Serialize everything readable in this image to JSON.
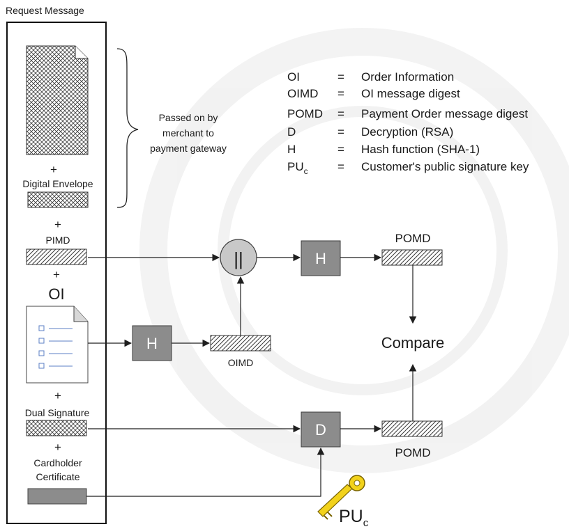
{
  "request_message": {
    "title": "Request Message",
    "digital_envelope_label": "Digital Envelope",
    "pimd_label": "PIMD",
    "oi_label": "OI",
    "dual_signature_label": "Dual Signature",
    "cardholder_certificate_label_line1": "Cardholder",
    "cardholder_certificate_label_line2": "Certificate",
    "plus_sign": "+"
  },
  "brace_note": {
    "line1": "Passed on by",
    "line2": "merchant to",
    "line3": "payment gateway"
  },
  "glossary": [
    {
      "term": "OI",
      "term_sub": "",
      "eq": "=",
      "def": "Order Information"
    },
    {
      "term": "OIMD",
      "term_sub": "",
      "eq": "=",
      "def": "OI message digest"
    },
    {
      "term": "POMD",
      "term_sub": "",
      "eq": "=",
      "def": "Payment Order message digest"
    },
    {
      "term": "D",
      "term_sub": "",
      "eq": "=",
      "def": "Decryption (RSA)"
    },
    {
      "term": "H",
      "term_sub": "",
      "eq": "=",
      "def": "Hash function (SHA-1)"
    },
    {
      "term": "PU",
      "term_sub": "c",
      "eq": "=",
      "def": "Customer's public signature key"
    }
  ],
  "flow": {
    "hash_label": "H",
    "concat_label": "||",
    "decrypt_label": "D",
    "oimd_label": "OIMD",
    "pomd_top_label": "POMD",
    "pomd_bottom_label": "POMD",
    "compare_label": "Compare",
    "key_label": "PU",
    "key_sub": "c"
  },
  "colors": {
    "box_fill": "#8c8c8c",
    "circle_fill": "#c8c8c8",
    "key_fill": "#f2d21b",
    "key_stroke": "#7a6400"
  }
}
